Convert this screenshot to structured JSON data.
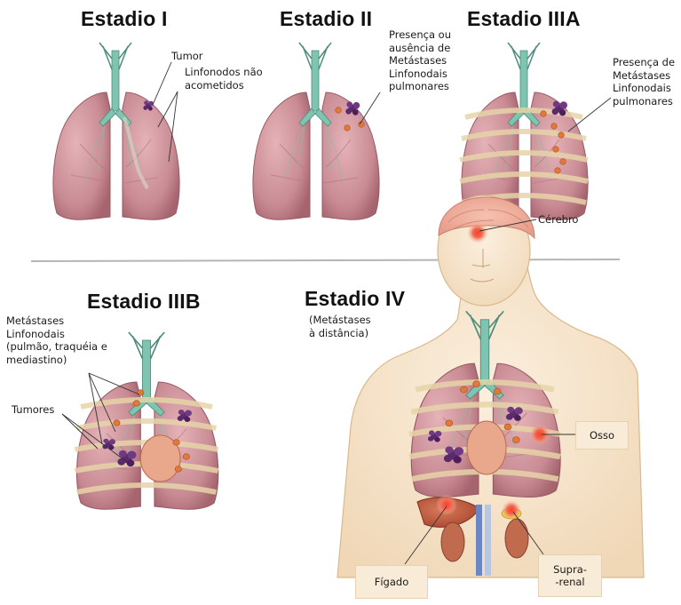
{
  "stages": {
    "stage_1": {
      "title": "Estadio I",
      "tumor_label": "Tumor",
      "nodes_label": "Linfonodos não\nacometidos"
    },
    "stage_2": {
      "title": "Estadio II",
      "label": "Presença ou\nausência de\nMetástases\nLinfonodais\npulmonares"
    },
    "stage_3a": {
      "title": "Estadio IIIA",
      "label": "Presença de\nMetástases\nLinfonodais\npulmonares"
    },
    "stage_3b": {
      "title": "Estadio IIIB",
      "metastasis_label": "Metástases\nLinfonodais\n(pulmão, traquéia e\nmediastino)",
      "tumors_label": "Tumores"
    },
    "stage_4": {
      "title": "Estadio IV",
      "subtitle": "(Metástases\nà distância)",
      "brain_label": "Cérebro",
      "bone_label": "Osso",
      "liver_label": "Fígado",
      "adrenal_label": "Supra-\n-renal"
    }
  },
  "colors": {
    "lung": "#c98b93",
    "lung_dark": "#a5646e",
    "trachea": "#7fc4b0",
    "tumor": "#5b2a6e",
    "node": "#e07a3a",
    "metastasis": "#e8302a",
    "skin": "#f6e3c8",
    "rib": "#e6d3a8",
    "callout_bg": "#f8ecd8"
  }
}
